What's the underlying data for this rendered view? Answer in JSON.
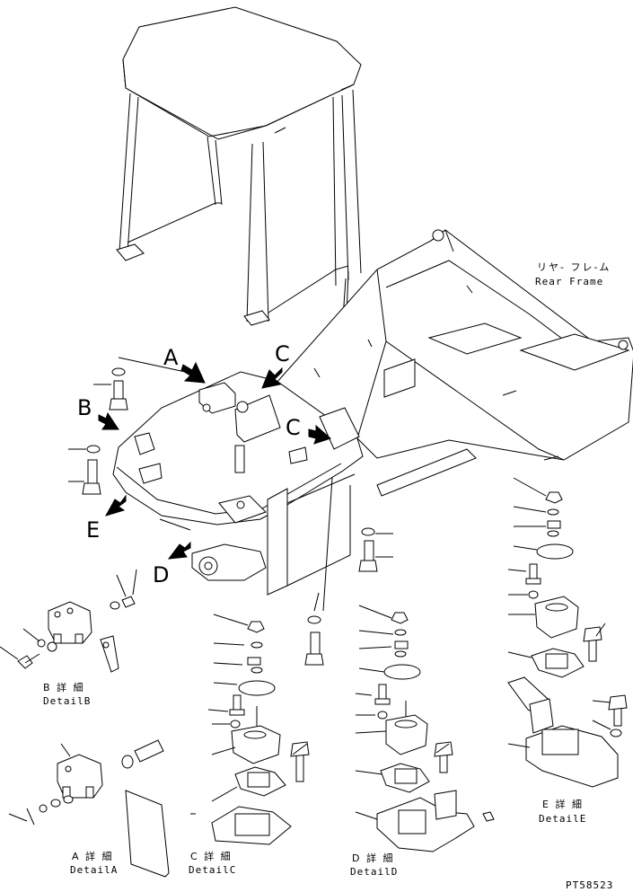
{
  "callouts": {
    "A": "A",
    "B": "B",
    "C": "C",
    "C2": "C",
    "D": "D",
    "E": "E"
  },
  "rear_frame": {
    "jp": "リヤ- フレ-ム",
    "en": "Rear Frame"
  },
  "details": {
    "b": {
      "jp": "B 詳 細",
      "en": "DetailB"
    },
    "a": {
      "jp": "A 詳 細",
      "en": "DetailA"
    },
    "c": {
      "jp": "C 詳 細",
      "en": "DetailC"
    },
    "d": {
      "jp": "D 詳 細",
      "en": "DetailD"
    },
    "e": {
      "jp": "E 詳 細",
      "en": "DetailE"
    }
  },
  "part_code": "PT58523",
  "colors": {
    "ink": "#000000",
    "paper": "#ffffff"
  }
}
